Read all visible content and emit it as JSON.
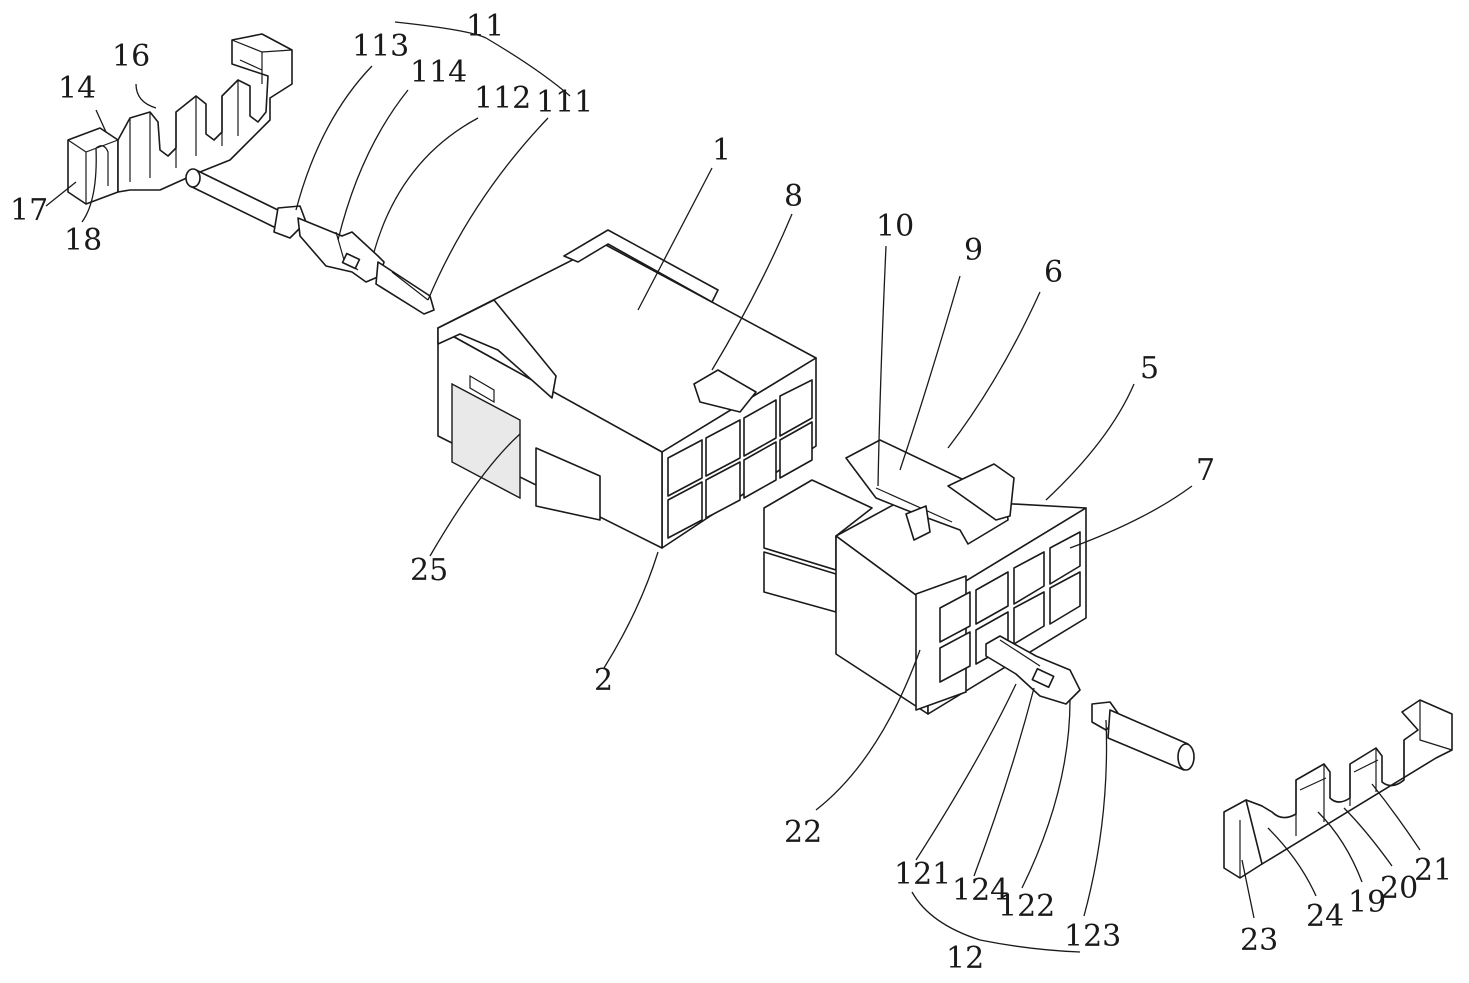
{
  "labels": {
    "l1": "1",
    "l2": "2",
    "l5": "5",
    "l6": "6",
    "l7": "7",
    "l8": "8",
    "l9": "9",
    "l10": "10",
    "l11": "11",
    "l12": "12",
    "l14": "14",
    "l16": "16",
    "l17": "17",
    "l18": "18",
    "l19": "19",
    "l20": "20",
    "l21": "21",
    "l22": "22",
    "l23": "23",
    "l24": "24",
    "l25": "25",
    "l111": "111",
    "l112": "112",
    "l113": "113",
    "l114": "114",
    "l121": "121",
    "l122": "122",
    "l123": "123",
    "l124": "124"
  }
}
